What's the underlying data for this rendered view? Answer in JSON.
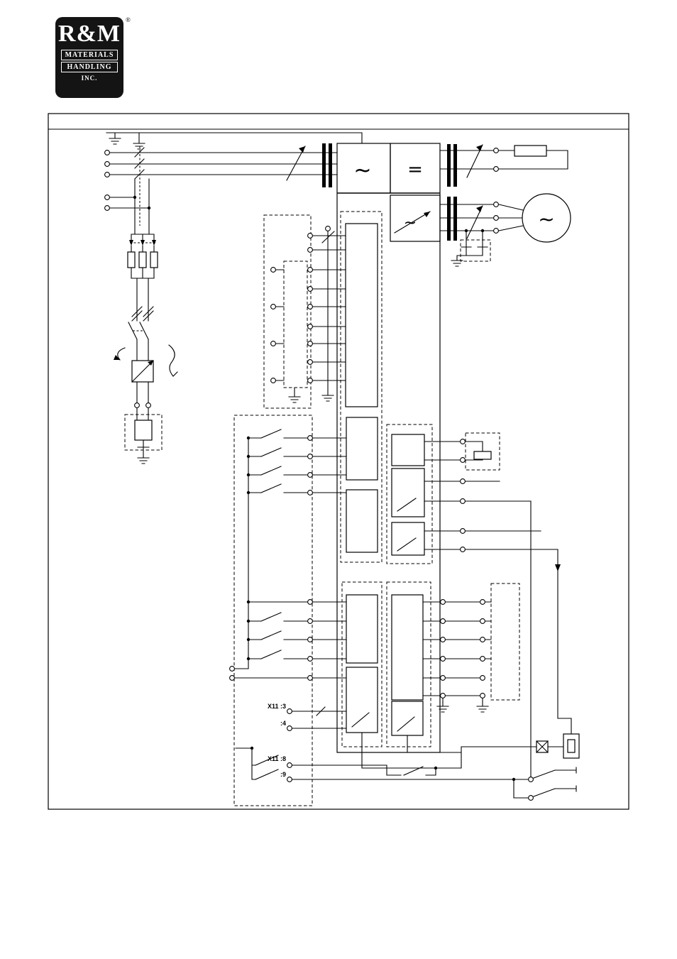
{
  "logo": {
    "brand": "R&M",
    "registered": "®",
    "materials": "MATERIALS",
    "handling": "HANDLING",
    "inc": "INC."
  },
  "schematic": {
    "symbols": {
      "ac": "~",
      "dc": "=",
      "inverter": "~",
      "motor": "~"
    },
    "terminal_labels": {
      "x11_3": "X11 :3",
      "x11_4": ":4",
      "x11_8": "X11 :8",
      "x11_9": ":9"
    },
    "colors": {
      "ink": "#000000",
      "paper": "#ffffff"
    }
  }
}
